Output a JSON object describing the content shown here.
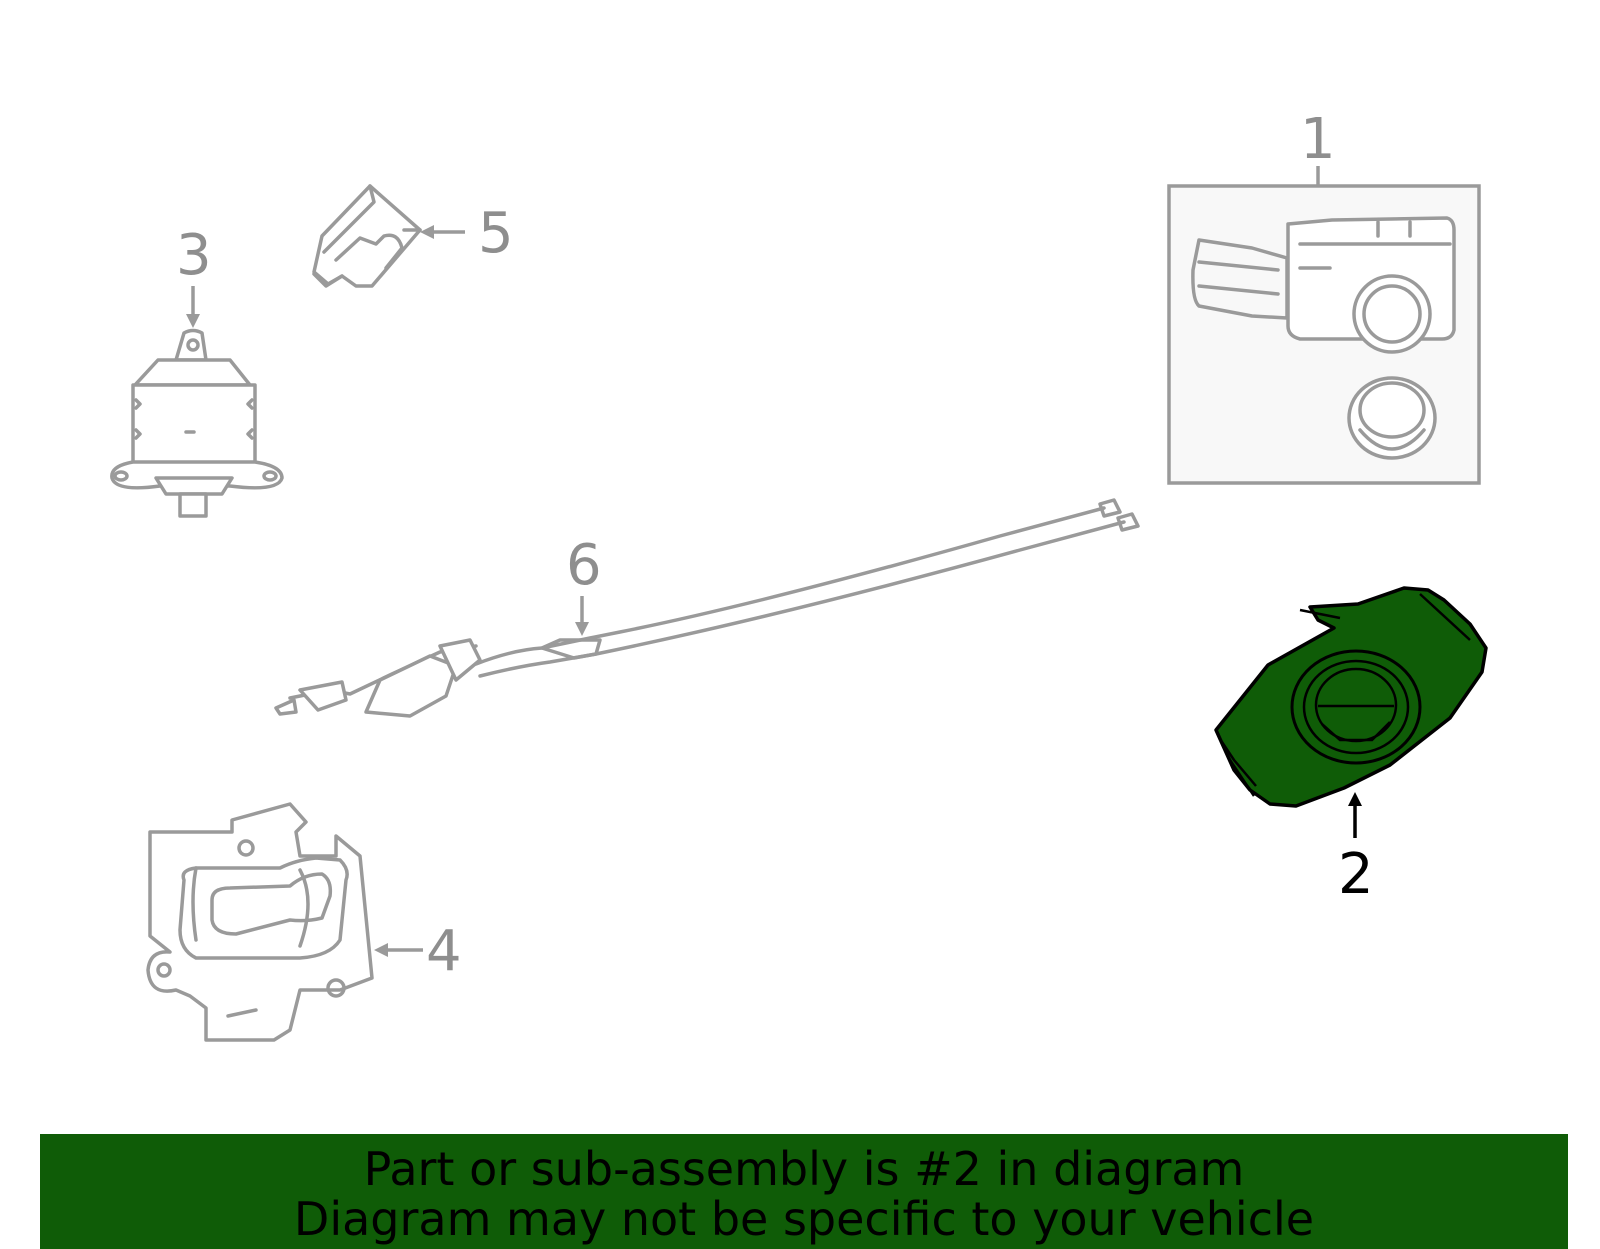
{
  "callouts": [
    {
      "id": "1",
      "label": "1",
      "highlighted": false
    },
    {
      "id": "2",
      "label": "2",
      "highlighted": true
    },
    {
      "id": "3",
      "label": "3",
      "highlighted": false
    },
    {
      "id": "4",
      "label": "4",
      "highlighted": false
    },
    {
      "id": "5",
      "label": "5",
      "highlighted": false
    },
    {
      "id": "6",
      "label": "6",
      "highlighted": false
    }
  ],
  "banner": {
    "line1": "Part or sub-assembly is #2 in diagram",
    "line2": "Diagram may not be specific to your vehicle",
    "background_color": "#0f5c07"
  },
  "colors": {
    "part_outline": "#9a9a9a",
    "highlight_fill": "#0f5c07",
    "highlight_outline": "#000000"
  }
}
